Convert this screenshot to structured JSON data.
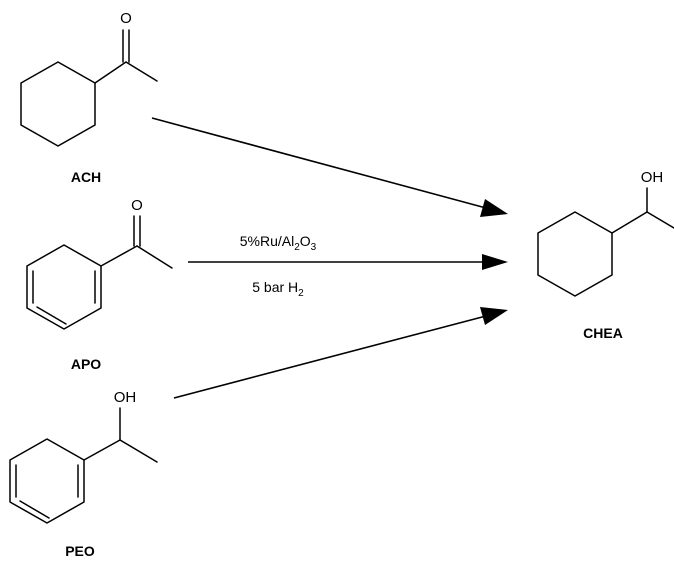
{
  "compounds": {
    "ach": {
      "label": "ACH",
      "atom": "O"
    },
    "apo": {
      "label": "APO",
      "atom": "O"
    },
    "peo": {
      "label": "PEO",
      "atom": "OH"
    },
    "chea": {
      "label": "CHEA",
      "atom": "OH"
    }
  },
  "conditions": {
    "catalyst_prefix": "5%Ru/Al",
    "catalyst_sub1": "2",
    "catalyst_mid": "O",
    "catalyst_sub2": "3",
    "pressure_prefix": "5 bar H",
    "pressure_sub": "2"
  }
}
